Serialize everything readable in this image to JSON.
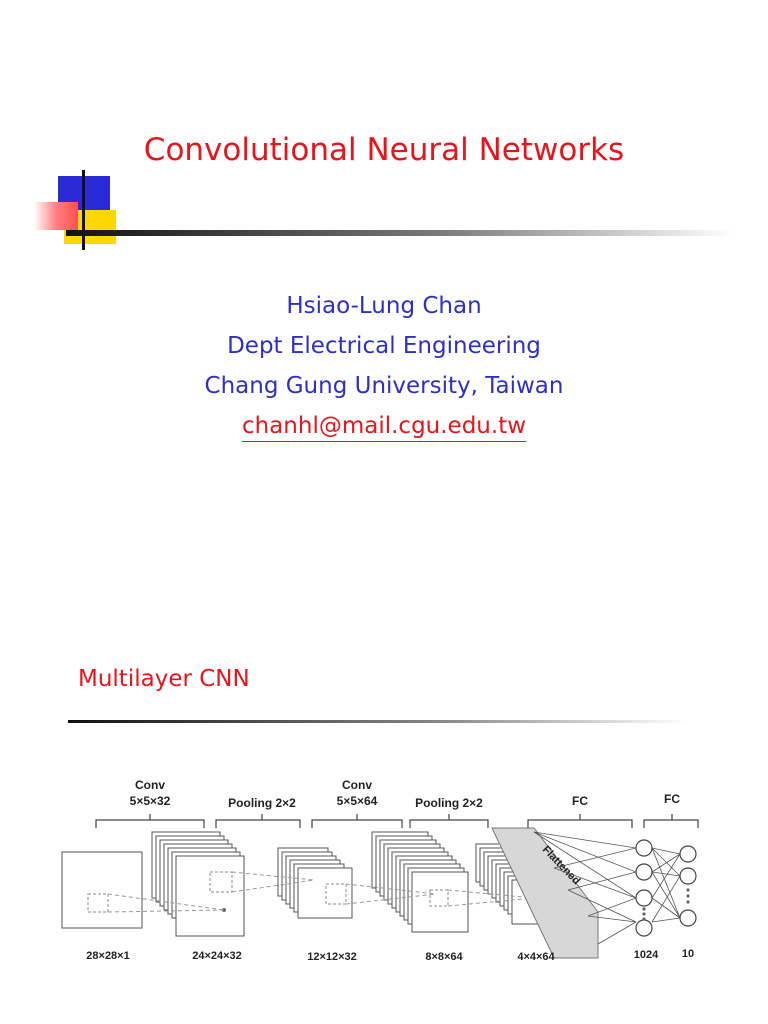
{
  "slide1": {
    "title": "Convolutional Neural Networks",
    "author": "Hsiao-Lung Chan",
    "department": "Dept Electrical Engineering",
    "university": "Chang Gung University, Taiwan",
    "email": "chanhl@mail.cgu.edu.tw"
  },
  "slide2": {
    "title": "Multilayer CNN",
    "figure": {
      "top_labels": {
        "conv1": "Conv",
        "conv1_size": "5×5×32",
        "pool1": "Pooling 2×2",
        "conv2": "Conv",
        "conv2_size": "5×5×64",
        "pool2": "Pooling 2×2",
        "fc1": "FC",
        "fc2": "FC"
      },
      "flattened_label": "Flattened",
      "bottom_labels": [
        "28×28×1",
        "24×24×32",
        "12×12×32",
        "8×8×64",
        "4×4×64",
        "1024",
        "10"
      ]
    }
  },
  "colors": {
    "title_red": "#e8141b",
    "body_blue": "#2d2fc8",
    "deco_blue": "#2a2ad6",
    "deco_yellow": "#ffd700",
    "deco_red": "#ff6a6a"
  }
}
